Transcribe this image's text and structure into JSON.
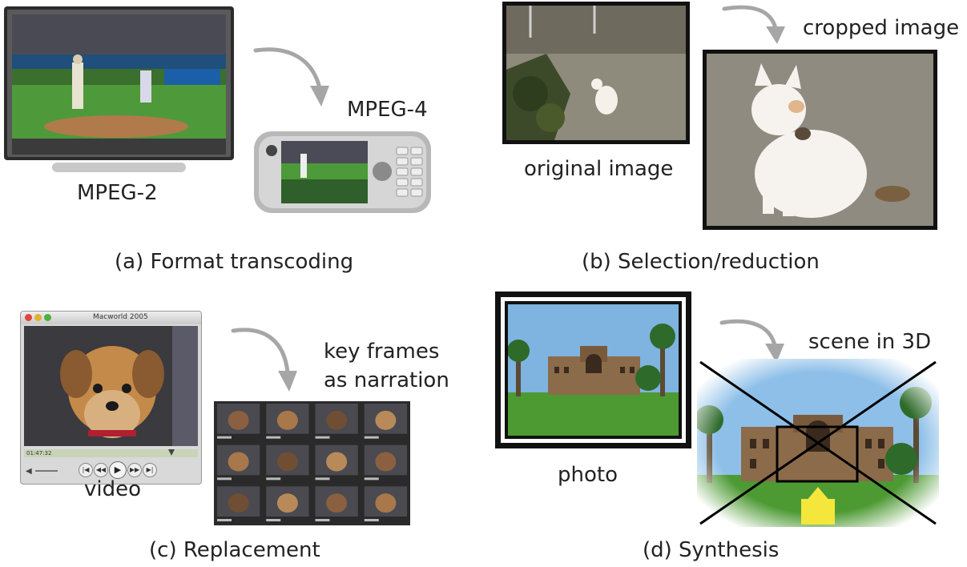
{
  "panels": {
    "a": {
      "caption": "(a) Format transcoding",
      "source_label": "MPEG-2",
      "target_label": "MPEG-4"
    },
    "b": {
      "caption": "(b) Selection/reduction",
      "source_label": "original image",
      "target_label": "cropped image"
    },
    "c": {
      "caption": "(c) Replacement",
      "source_label": "video",
      "target_label_line1": "key frames",
      "target_label_line2": "as narration",
      "player_title": "Macworld 2005",
      "player_time": "01:47:32"
    },
    "d": {
      "caption": "(d) Synthesis",
      "source_label": "photo",
      "target_label": "scene in 3D"
    }
  },
  "colors": {
    "arrow": "#a6a6a6",
    "frame": "#111111",
    "sky": "#6fa8dc",
    "grass": "#3d8b2e",
    "building": "#8c6b4a",
    "yellow_arrow": "#f5e63c"
  }
}
